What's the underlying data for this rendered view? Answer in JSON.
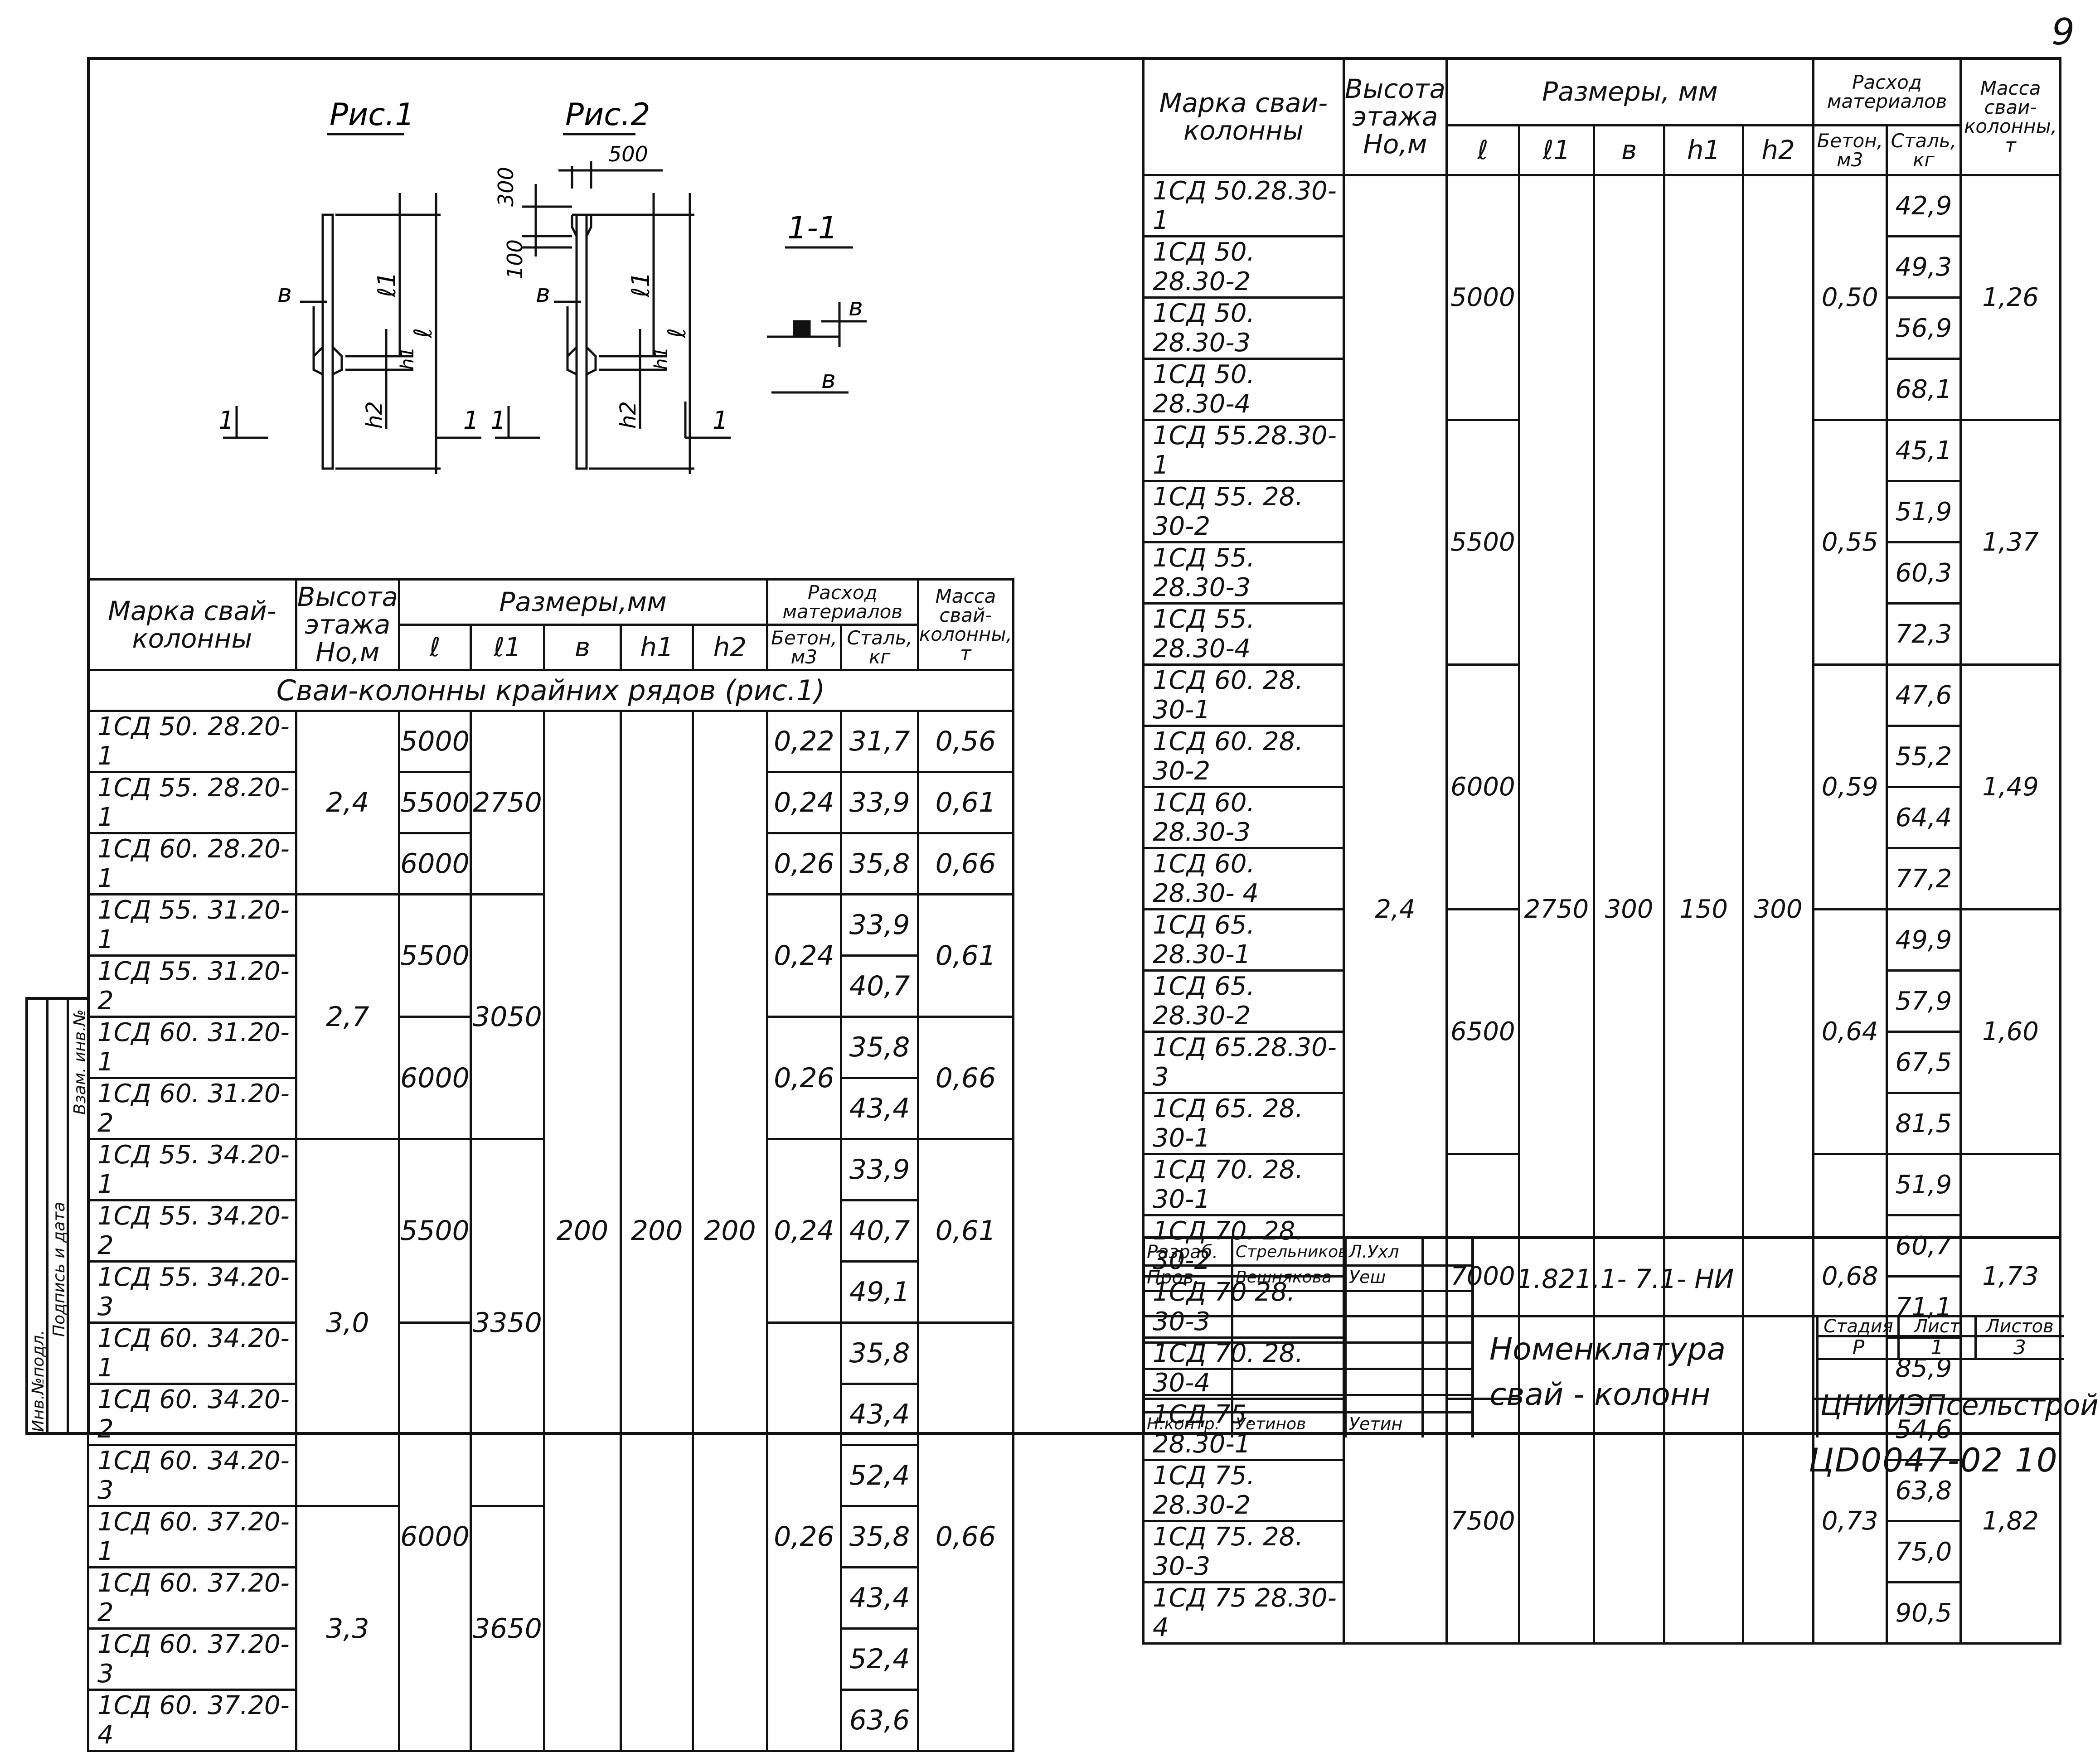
{
  "page_number": "9",
  "bottom_code": "ЦD0047-02  10",
  "side_strip": [
    "Инв.№подл.",
    "Подпись и дата",
    "Взам. инв.№"
  ],
  "figures": {
    "fig1_title": "Рис.1",
    "fig2_title": "Рис.2",
    "section_title": "1-1",
    "dim_500": "500",
    "dim_300": "300",
    "dim_100": "100",
    "lbl_l": "ℓ",
    "lbl_l1": "ℓ1",
    "lbl_b": "в",
    "lbl_h1": "h1",
    "lbl_h2": "h2",
    "cut_mark": "1"
  },
  "table_left": {
    "headers": {
      "mark": "Марка свай-колонны",
      "height": "Высота этажа Но,м",
      "sizes": "Размеры,мм",
      "l": "ℓ",
      "l1": "ℓ1",
      "b": "в",
      "h1": "h1",
      "h2": "h2",
      "consumption": "Расход материалов",
      "concrete": "Бетон, м3",
      "steel": "Сталь, кг",
      "mass": "Масса свай-колонны, т"
    },
    "section_title": "Сваи-колонны крайних рядов (рис.1)",
    "rows": [
      [
        "1СД 50. 28.20-1",
        "1СД 55. 28.20-1",
        "1СД 60. 28.20-1"
      ],
      [
        "1СД 55. 31.20-1",
        "1СД 55. 31.20-2",
        "1СД 60. 31.20-1",
        "1СД 60. 31.20-2"
      ],
      [
        "1СД 55. 34.20-1",
        "1СД 55. 34.20-2",
        "1СД 55. 34.20-3",
        "1СД 60. 34.20-1",
        "1СД 60. 34.20-2",
        "1СД 60. 34.20-3"
      ],
      [
        "1СД 60. 37.20-1",
        "1СД 60. 37.20-2",
        "1СД 60. 37.20-3",
        "1СД 60. 37.20-4"
      ]
    ],
    "values": {
      "h_2_4": "2,4",
      "h_2_7": "2,7",
      "h_3_0": "3,0",
      "h_3_3": "3,3",
      "l_5000": "5000",
      "l_5500": "5500",
      "l_6000": "6000",
      "l1_2750": "2750",
      "l1_3050": "3050",
      "l1_3350": "3350",
      "l1_3650": "3650",
      "b": "200",
      "h1": "200",
      "h2": "200",
      "c_022": "0,22",
      "c_024": "0,24",
      "c_026": "0,26",
      "s": [
        "31,7",
        "33,9",
        "35,8",
        "33,9",
        "40,7",
        "35,8",
        "43,4",
        "33,9",
        "40,7",
        "49,1",
        "35,8",
        "43,4",
        "52,4",
        "35,8",
        "43,4",
        "52,4",
        "63,6"
      ],
      "m_056": "0,56",
      "m_061": "0,61",
      "m_066": "0,66"
    }
  },
  "table_right": {
    "headers": {
      "mark": "Марка сваи-колонны",
      "height": "Высота этажа Но,м",
      "sizes": "Размеры, мм",
      "l": "ℓ",
      "l1": "ℓ1",
      "b": "в",
      "h1": "h1",
      "h2": "h2",
      "consumption": "Расход материалов",
      "concrete": "Бетон, м3",
      "steel": "Сталь, кг",
      "mass": "Масса сваи-колонны, т"
    },
    "rows": [
      "1СД 50.28.30-1",
      "1СД 50. 28.30-2",
      "1СД 50. 28.30-3",
      "1СД 50. 28.30-4",
      "1СД 55.28.30-1",
      "1СД 55. 28. 30-2",
      "1СД 55. 28.30-3",
      "1СД 55. 28.30-4",
      "1СД 60. 28. 30-1",
      "1СД 60. 28. 30-2",
      "1СД 60. 28.30-3",
      "1СД 60. 28.30- 4",
      "1СД 65. 28.30-1",
      "1СД 65. 28.30-2",
      "1СД 65.28.30-3",
      "1СД 65. 28. 30-1",
      "1СД 70. 28. 30-1",
      "1СД 70. 28. 30-2",
      "1СД 70 28. 30-3",
      "1СД 70. 28. 30-4",
      "1СД 75. 28.30-1",
      "1СД 75. 28.30-2",
      "1СД 75. 28. 30-3",
      "1СД 75 28.30-4"
    ],
    "height": "2,4",
    "l_values": [
      "5000",
      "5500",
      "6000",
      "6500",
      "7000",
      "7500"
    ],
    "l1": "2750",
    "b": "300",
    "h1": "150",
    "h2": "300",
    "concrete": [
      "0,50",
      "0,55",
      "0,59",
      "0,64",
      "0,68",
      "0,73"
    ],
    "steel": [
      "42,9",
      "49,3",
      "56,9",
      "68,1",
      "45,1",
      "51,9",
      "60,3",
      "72,3",
      "47,6",
      "55,2",
      "64,4",
      "77,2",
      "49,9",
      "57,9",
      "67,5",
      "81,5",
      "51,9",
      "60,7",
      "71,1",
      "85,9",
      "54,6",
      "63,8",
      "75,0",
      "90,5"
    ],
    "mass": [
      "1,26",
      "1,37",
      "1,49",
      "1,60",
      "1,73",
      "1,82"
    ]
  },
  "stamp": {
    "razrab_label": "Разраб.",
    "razrab_name": "Стрельников",
    "razrab_sign": "Л.Ухл",
    "prov_label": "Пров.",
    "prov_name": "Вешнякова",
    "prov_sign": "Уеш",
    "nkontr_label": "Н.контр.",
    "nkontr_name": "Уетинов",
    "nkontr_sign": "Уетин",
    "doc_code": "1.821.1- 7.1- НИ",
    "title": "Номенклатура свай - колонн",
    "stage_label": "Стадия",
    "sheet_label": "Лист",
    "sheets_label": "Листов",
    "stage": "Р",
    "sheet": "1",
    "sheets": "3",
    "org": "ЦНИИЭПсельстрой"
  }
}
